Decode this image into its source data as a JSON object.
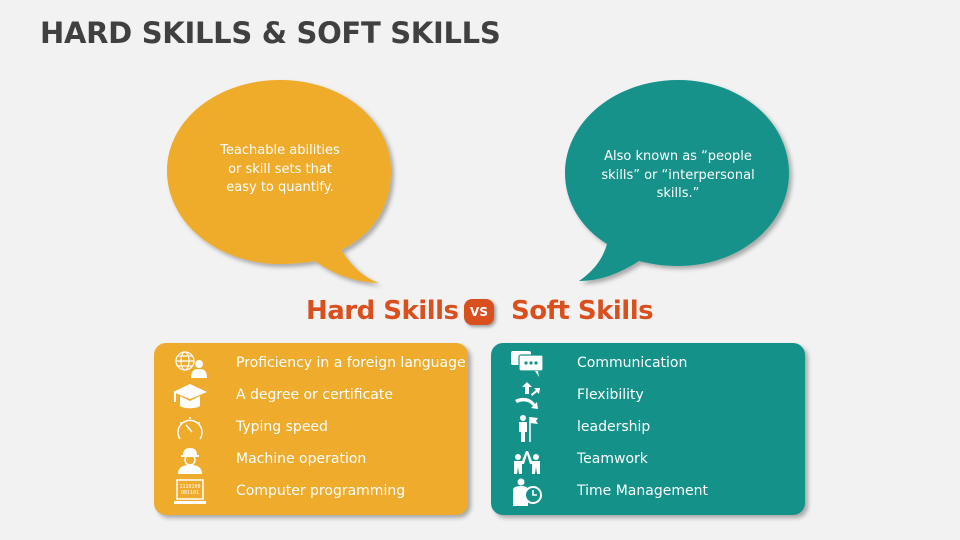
{
  "title": "HARD SKILLS & SOFT SKILLS",
  "colors": {
    "hard": "#efab2b",
    "soft": "#14928a",
    "accent": "#d9501e",
    "title": "#404040",
    "background": "#f2f2f2"
  },
  "hard": {
    "heading": "Hard Skills",
    "bubble_lines": [
      "Teachable abilities",
      "or skill sets that",
      "easy to quantify."
    ],
    "items": [
      {
        "icon": "globe-person-icon",
        "label": "Proficiency in a foreign language"
      },
      {
        "icon": "graduation-cap-icon",
        "label": "A degree or certificate"
      },
      {
        "icon": "speedometer-icon",
        "label": "Typing speed"
      },
      {
        "icon": "worker-helmet-icon",
        "label": "Machine operation"
      },
      {
        "icon": "laptop-binary-icon",
        "label": "Computer programming"
      }
    ]
  },
  "vs_label": "VS",
  "soft": {
    "heading": "Soft Skills",
    "bubble_lines": [
      "Also known as “people",
      "skills” or “interpersonal",
      "skills.”"
    ],
    "items": [
      {
        "icon": "chat-bubbles-icon",
        "label": "Communication"
      },
      {
        "icon": "diverging-arrows-icon",
        "label": "Flexibility"
      },
      {
        "icon": "person-flag-icon",
        "label": "leadership"
      },
      {
        "icon": "high-five-icon",
        "label": "Teamwork"
      },
      {
        "icon": "person-clock-icon",
        "label": "Time Management"
      }
    ]
  }
}
